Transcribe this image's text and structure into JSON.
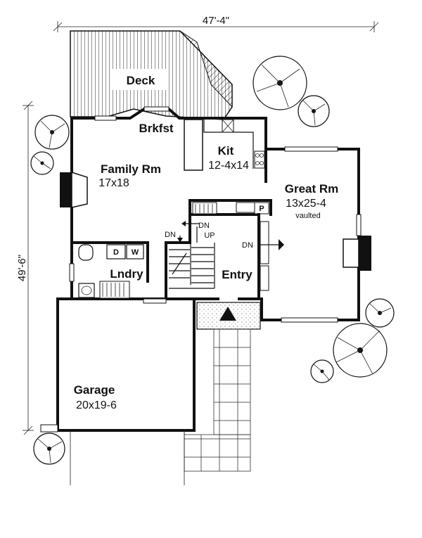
{
  "dimensions": {
    "width_label": "47'-4\"",
    "depth_label": "49'-6\""
  },
  "rooms": {
    "deck": {
      "name": "Deck"
    },
    "breakfast": {
      "name": "Brkfst"
    },
    "kitchen": {
      "name": "Kit",
      "size": "12-4x14"
    },
    "family": {
      "name": "Family Rm",
      "size": "17x18"
    },
    "great": {
      "name": "Great Rm",
      "size": "13x25-4",
      "note": "vaulted"
    },
    "laundry": {
      "name": "Lndry",
      "washer": "W",
      "dryer": "D"
    },
    "entry": {
      "name": "Entry"
    },
    "garage": {
      "name": "Garage",
      "size": "20x19-6"
    },
    "pantry": {
      "name": "P"
    }
  },
  "stair_labels": {
    "dn_left": "DN",
    "dn_right": "DN",
    "up": "UP",
    "great_dn": "DN"
  },
  "colors": {
    "line": "#111111",
    "background": "#ffffff"
  }
}
